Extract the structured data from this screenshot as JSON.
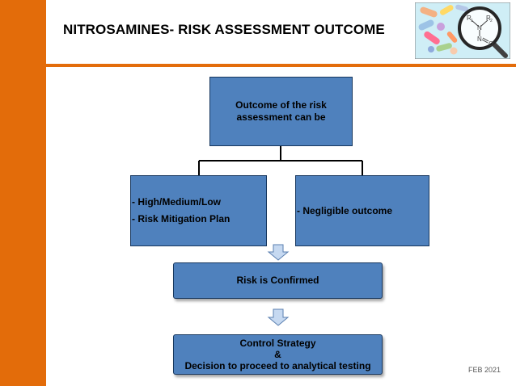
{
  "slide": {
    "title": "NITROSAMINES- RISK ASSESSMENT OUTCOME",
    "footer": "FEB 2021",
    "logo": {
      "icon": "nitrosamine-pills-magnifier-icon",
      "atoms": {
        "r1": "R",
        "r2": "R",
        "n1": "N",
        "n2": "N",
        "o": "O",
        "sub": "1",
        "sub2": "2"
      }
    }
  },
  "diagram": {
    "outcome": {
      "line1": "Outcome of the risk",
      "line2": "assessment can be"
    },
    "left": {
      "line1": "- High/Medium/Low",
      "line2": "- Risk Mitigation Plan"
    },
    "right": {
      "line1": "- Negligible outcome"
    },
    "confirmed": {
      "line1": "Risk is Confirmed"
    },
    "control": {
      "line1": "Control Strategy",
      "line2": "&",
      "line3": "Decision to proceed  to analytical testing"
    }
  },
  "colors": {
    "accent": "#e36c0a",
    "box_fill": "#4f81bd",
    "box_border": "#17375e",
    "arrow_fill": "#c6d9f1"
  }
}
